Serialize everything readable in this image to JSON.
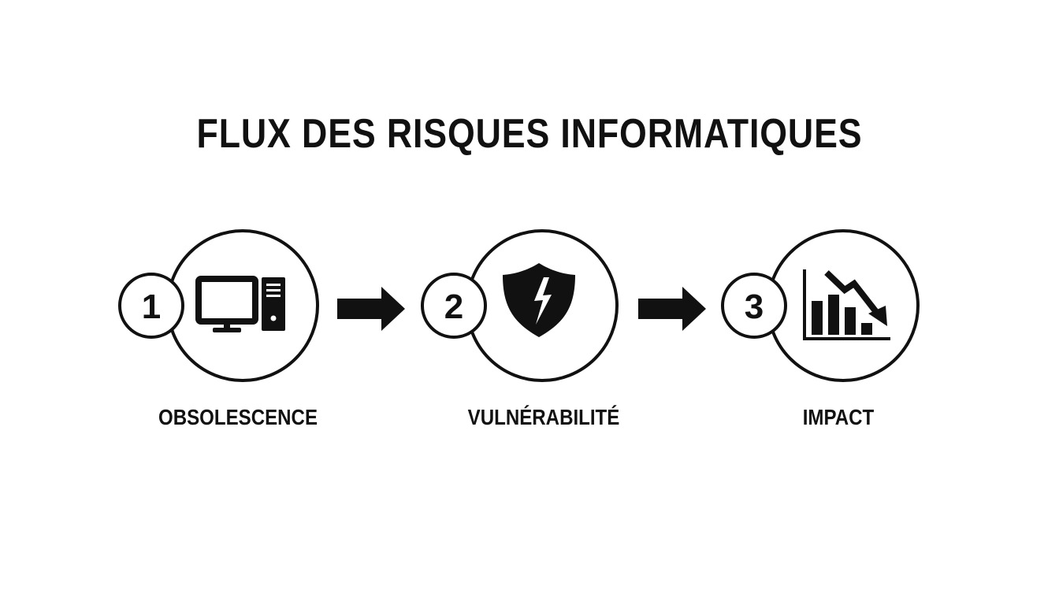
{
  "title": "FLUX DES RISQUES INFORMATIQUES",
  "steps": [
    {
      "number": "1",
      "label": "OBSOLESCENCE",
      "icon": "computer-icon"
    },
    {
      "number": "2",
      "label": "VULNÉRABILITÉ",
      "icon": "broken-shield-icon"
    },
    {
      "number": "3",
      "label": "IMPACT",
      "icon": "declining-chart-icon"
    }
  ],
  "colors": {
    "stroke": "#111111",
    "background": "#ffffff"
  }
}
